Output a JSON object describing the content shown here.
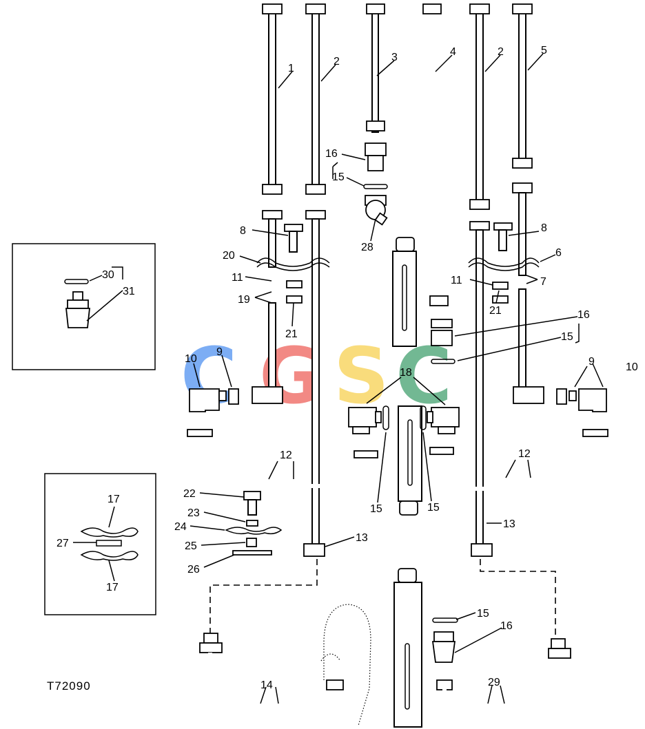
{
  "figure_code": "T72090",
  "watermark": {
    "letters": [
      "C",
      "G",
      "S",
      "C"
    ],
    "colors": [
      "#4a8ef0",
      "#ee5c56",
      "#f7cf4a",
      "#3d9e6a"
    ]
  },
  "callouts": {
    "c1": "1",
    "c2a": "2",
    "c2b": "2",
    "c3": "3",
    "c4": "4",
    "c5": "5",
    "c6": "6",
    "c7": "7",
    "c8a": "8",
    "c8b": "8",
    "c9a": "9",
    "c9b": "9",
    "c10a": "10",
    "c10b": "10",
    "c11a": "11",
    "c11b": "11",
    "c12a": "12",
    "c12b": "12",
    "c13a": "13",
    "c13b": "13",
    "c14": "14",
    "c15a": "15",
    "c15b": "15",
    "c15c": "15",
    "c15d": "15",
    "c15e": "15",
    "c16a": "16",
    "c16b": "16",
    "c16c": "16",
    "c17a": "17",
    "c17b": "17",
    "c18": "18",
    "c19": "19",
    "c20": "20",
    "c21a": "21",
    "c21b": "21",
    "c22": "22",
    "c23": "23",
    "c24": "24",
    "c25": "25",
    "c26": "26",
    "c27": "27",
    "c28": "28",
    "c29": "29",
    "c30": "30",
    "c31": "31"
  }
}
